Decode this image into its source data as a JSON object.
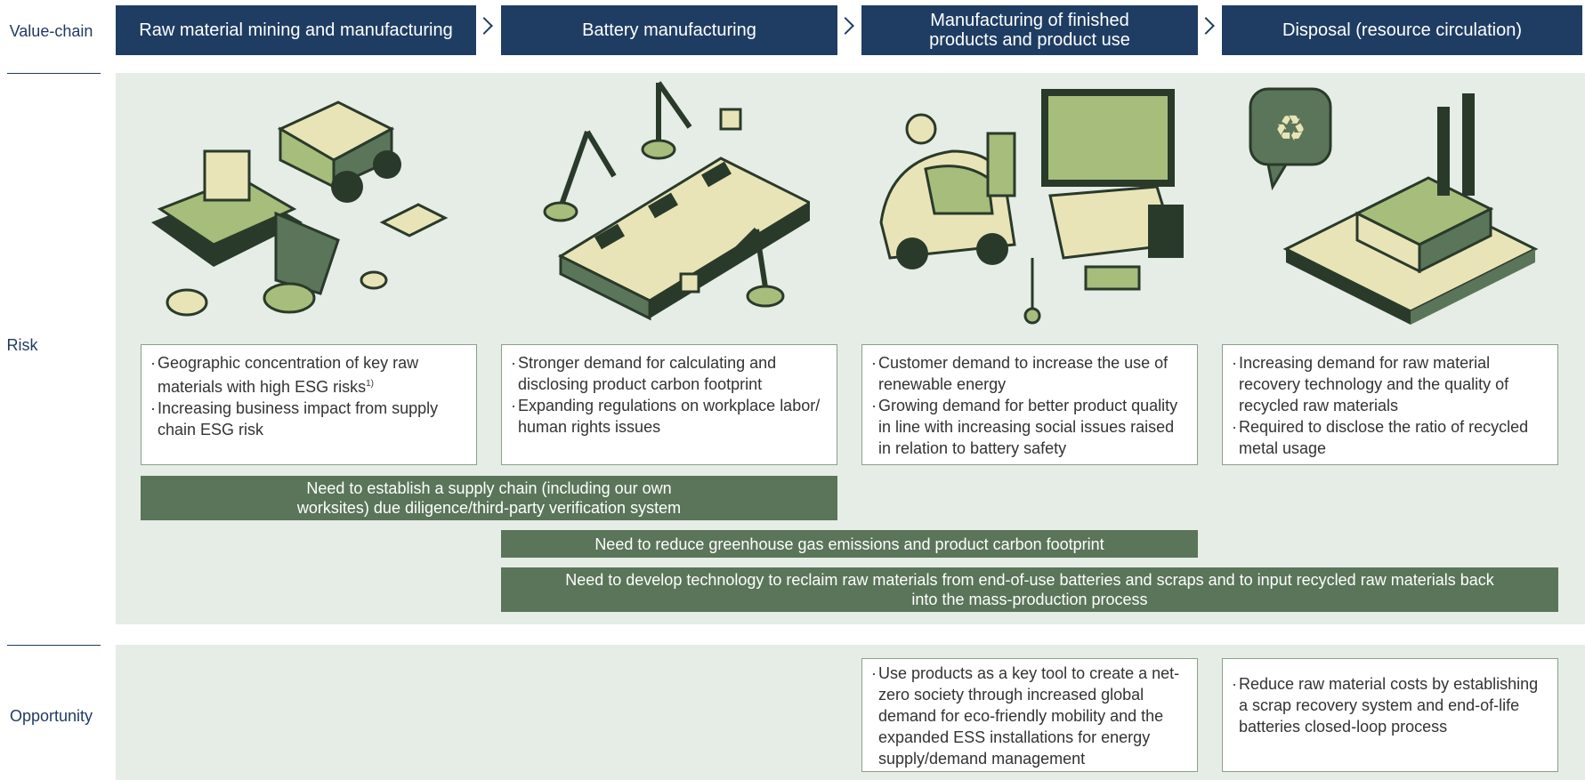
{
  "row_labels": {
    "value_chain": "Value-chain",
    "risk": "Risk",
    "opportunity": "Opportunity"
  },
  "stages": [
    {
      "label": "Raw material mining and manufacturing"
    },
    {
      "label": "Battery manufacturing"
    },
    {
      "label": "Manufacturing of finished products and product use"
    },
    {
      "label": "Disposal (resource circulation)"
    }
  ],
  "risks": [
    {
      "items": [
        "Geographic concentration of key raw materials with high ESG risks",
        "Increasing business impact from supply chain ESG risk"
      ],
      "footnote": "1)"
    },
    {
      "items": [
        "Stronger demand for calculating and disclosing product carbon footprint",
        "Expanding regulations on workplace labor/ human rights issues"
      ]
    },
    {
      "items": [
        "Customer demand to increase the use of renewable energy",
        "Growing demand for better product quality in line with increasing social issues raised in relation to battery safety"
      ]
    },
    {
      "items": [
        "Increasing demand for raw material recovery technology and the quality of recycled raw materials",
        "Required to disclose the ratio of recycled metal usage"
      ]
    }
  ],
  "needs": [
    {
      "text": "Need to establish a supply chain (including our own worksites) due diligence/third-party verification system"
    },
    {
      "text": "Need to reduce greenhouse gas emissions and product carbon footprint"
    },
    {
      "text": "Need to develop technology to reclaim raw materials from end-of-use batteries and scraps and to input recycled raw materials back into the mass-production process"
    }
  ],
  "opportunities": [
    {
      "text": "Use products as a key tool to create a net-zero society through increased global demand for eco-friendly mobility and the expanded ESS installations for energy supply/demand management"
    },
    {
      "text": "Reduce raw material costs by establishing a scrap recovery system and end-of-life batteries closed-loop process"
    }
  ],
  "illustration_text": {
    "recycle_label": "RECYCLE"
  },
  "colors": {
    "stage_header": "#1f3d63",
    "panel_bg": "#e6ece6",
    "need_bar": "#5a7559",
    "illus_light": "#e9e4b8",
    "illus_green": "#a6bd7c",
    "illus_dark": "#2a3a2a"
  }
}
